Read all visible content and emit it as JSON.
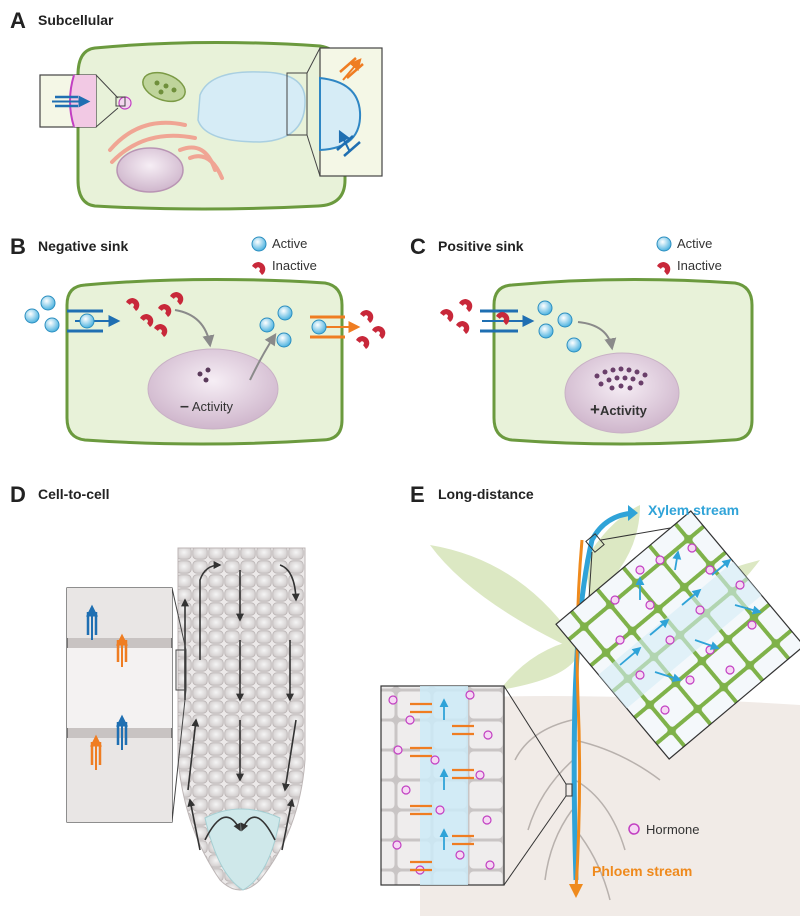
{
  "panels": {
    "a": {
      "letter": "A",
      "title": "Subcellular"
    },
    "b": {
      "letter": "B",
      "title": "Negative sink",
      "activity": "Activity",
      "activity_sign": "–"
    },
    "c": {
      "letter": "C",
      "title": "Positive sink",
      "activity": "Activity",
      "activity_sign": "+"
    },
    "d": {
      "letter": "D",
      "title": "Cell-to-cell"
    },
    "e": {
      "letter": "E",
      "title": "Long-distance",
      "xylem": "Xylem stream",
      "phloem": "Phloem stream",
      "hormone": "Hormone"
    }
  },
  "legend": {
    "active": "Active",
    "inactive": "Inactive"
  },
  "colors": {
    "cell_fill": "#e8f2d9",
    "cell_wall": "#6b9a3e",
    "vacuole": "#d6ecf6",
    "nucleus": "#e2cfe0",
    "active": "#5bbde4",
    "inactive": "#c8283a",
    "transporter_blue": "#1f6fb2",
    "transporter_orange": "#ef7d22",
    "hormone": "#c23fc2",
    "xylem": "#2fa3d8",
    "phloem": "#ef8a1d"
  }
}
